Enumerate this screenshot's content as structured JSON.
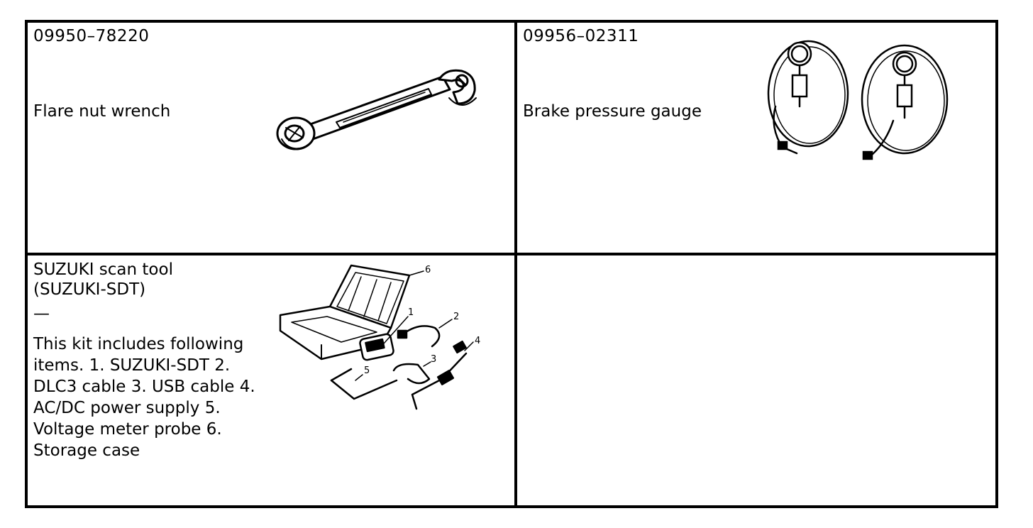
{
  "tools": [
    {
      "part_number": "09950–78220",
      "name": "Flare nut wrench",
      "icon": "flare-nut-wrench-illustration"
    },
    {
      "part_number": "09956–02311",
      "name": "Brake pressure gauge",
      "icon": "brake-pressure-gauge-illustration"
    },
    {
      "part_number": "",
      "name_line1": "SUZUKI scan tool",
      "name_line2": "(SUZUKI-SDT)",
      "dash": "—",
      "description": "This kit includes following items. 1. SUZUKI-SDT 2. DLC3 cable 3. USB cable 4. AC/DC power supply 5. Voltage meter probe 6. Storage case",
      "icon": "scan-tool-kit-illustration",
      "callouts": [
        "1",
        "2",
        "3",
        "4",
        "5",
        "6"
      ]
    }
  ]
}
